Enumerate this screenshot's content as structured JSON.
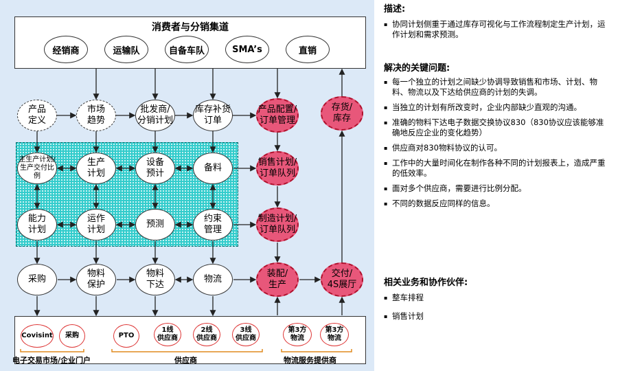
{
  "diagram": {
    "top_title": "消费者与分销集道",
    "channels": [
      "经销商",
      "运输队",
      "自备车队",
      "SMA’s",
      "直销"
    ],
    "row1": [
      "产品\n定义",
      "市场\n趋势",
      "批发商/\n分销计划",
      "库存补货\n订单",
      "产品配置/\n订单管理",
      "存货/\n库存"
    ],
    "row2": [
      "主生产计划/\n生产交付比例",
      "生产\n计划",
      "设备\n预计",
      "备料",
      "销售计划/\n订单队列"
    ],
    "row3": [
      "能力\n计划",
      "运作\n计划",
      "预测",
      "约束\n管理",
      "制造计划/\n订单队列"
    ],
    "row4": [
      "采购",
      "物料\n保护",
      "物料\n下达",
      "物流",
      "装配/\n生产",
      "交付/\n4S展厅"
    ],
    "suppliers": [
      "Covisint",
      "采购",
      "PTO",
      "1线\n供应商",
      "2线\n供应商",
      "3线\n供应商",
      "第3方\n物流",
      "第3方\n物流"
    ],
    "bottom_labels": [
      "电子交易市场/企业门户",
      "供应商",
      "物流服务提供商"
    ]
  },
  "panel": {
    "desc_title": "描述:",
    "desc_items": [
      "协同计划侧重于通过库存可视化与工作流程制定生产计划，运作计划和需求预测。"
    ],
    "issues_title": "解决的关键问题:",
    "issues_items": [
      "每一个独立的计划之间缺少协调导致销售和市场、计划、物料、物流以及下达给供应商的计划的失调。",
      "当独立的计划有所改变时，企业内部缺少直观的沟通。",
      "准确的物料下达电子数据交换协议830（830协议应该能够准确地反应企业的变化趋势）",
      "供应商对830物料协议的认可。",
      "工作中的大量时间化在制作各种不同的计划报表上，造成严重的低效率。",
      "面对多个供应商，需要进行比例分配。",
      "不同的数据反应同样的信息。"
    ],
    "partners_title": "相关业务和协作伙伴:",
    "partners_items": [
      "整车排程",
      "销售计划"
    ]
  }
}
